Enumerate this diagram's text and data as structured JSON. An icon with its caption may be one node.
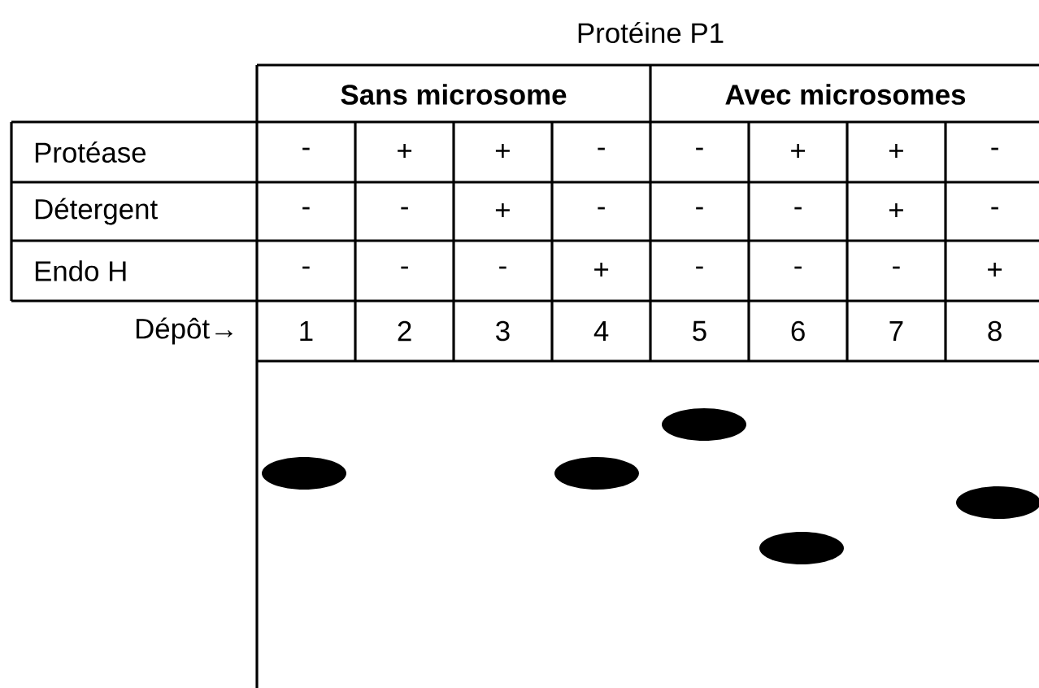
{
  "diagram": {
    "title": "Protéine P1",
    "labels": [
      "Sans microsome",
      "Avec microsomes",
      "Protéase",
      "-",
      "+",
      "+",
      "-",
      "-",
      "+",
      "+",
      "-",
      "Détergent",
      "-",
      "-",
      "+",
      "-",
      "-",
      "-",
      "+",
      "-",
      "Endo H",
      "-",
      "-",
      "-",
      "+",
      "-",
      "-",
      "-",
      "+",
      "Dépôt→",
      "1",
      "2",
      "3",
      "4",
      "5",
      "6",
      "7",
      "8"
    ]
  }
}
